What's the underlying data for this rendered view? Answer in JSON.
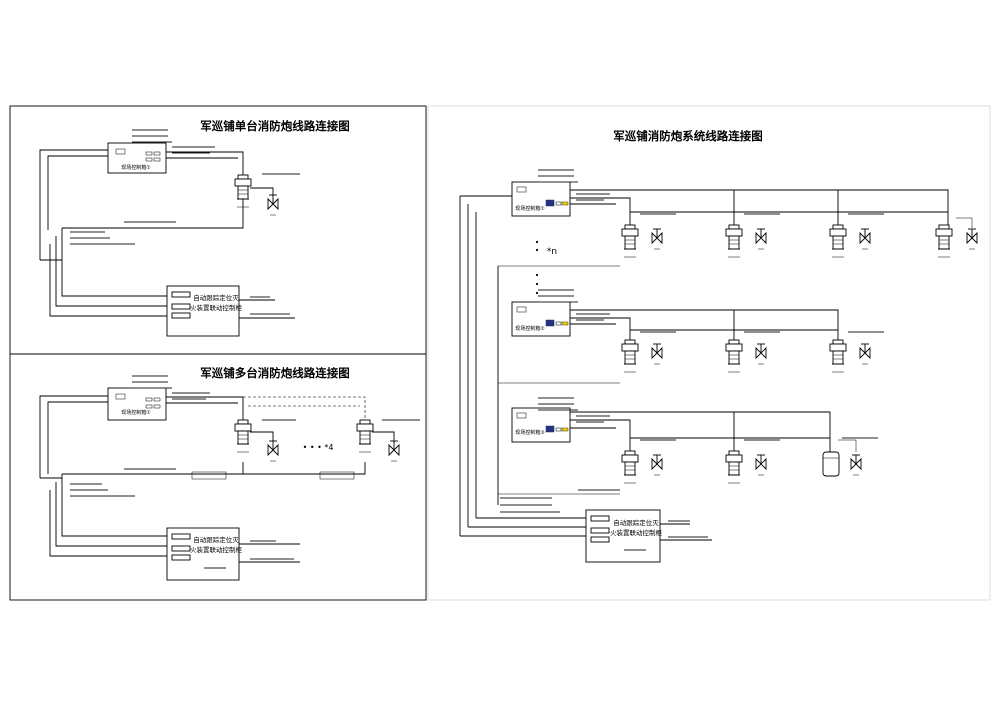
{
  "panels": {
    "single": {
      "title": "军巡铺单台消防炮线路连接图",
      "controller_label": "现场控制箱①",
      "cabinet_title_line1": "自动跟踪定位灭",
      "cabinet_title_line2": "火装置联动控制柜"
    },
    "multi": {
      "title": "军巡铺多台消防炮线路连接图",
      "controller_label": "现场控制箱①",
      "cabinet_title_line1": "自动跟踪定位灭",
      "cabinet_title_line2": "火装置联动控制柜",
      "repeat_marker": "• • • *4"
    },
    "system": {
      "title": "军巡铺消防炮系统线路连接图",
      "controller_labels": [
        "现场控制箱①",
        "现场控制箱②",
        "现场控制箱③"
      ],
      "repeat_marker": "*n",
      "cabinet_title_line1": "自动跟踪定位灭",
      "cabinet_title_line2": "火装置联动控制柜"
    }
  }
}
